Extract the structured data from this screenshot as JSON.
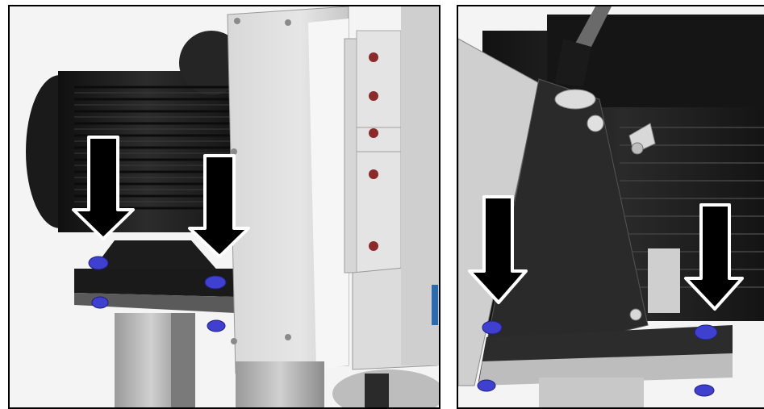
{
  "figure": {
    "panels": [
      {
        "name": "left",
        "arrows": 2,
        "arrow_fill": "#000000",
        "arrow_outline": "#ffffff",
        "bolt_color": "#3f3fd0",
        "motor_color": "#1e1e1e",
        "housing_color": "#e2e2e2",
        "screw_color": "#8a2a2a"
      },
      {
        "name": "right",
        "arrows": 2,
        "arrow_fill": "#000000",
        "arrow_outline": "#ffffff",
        "bolt_color": "#3f3fd0",
        "motor_color": "#1e1e1e",
        "bracket_color": "#2a2a2a"
      }
    ]
  }
}
